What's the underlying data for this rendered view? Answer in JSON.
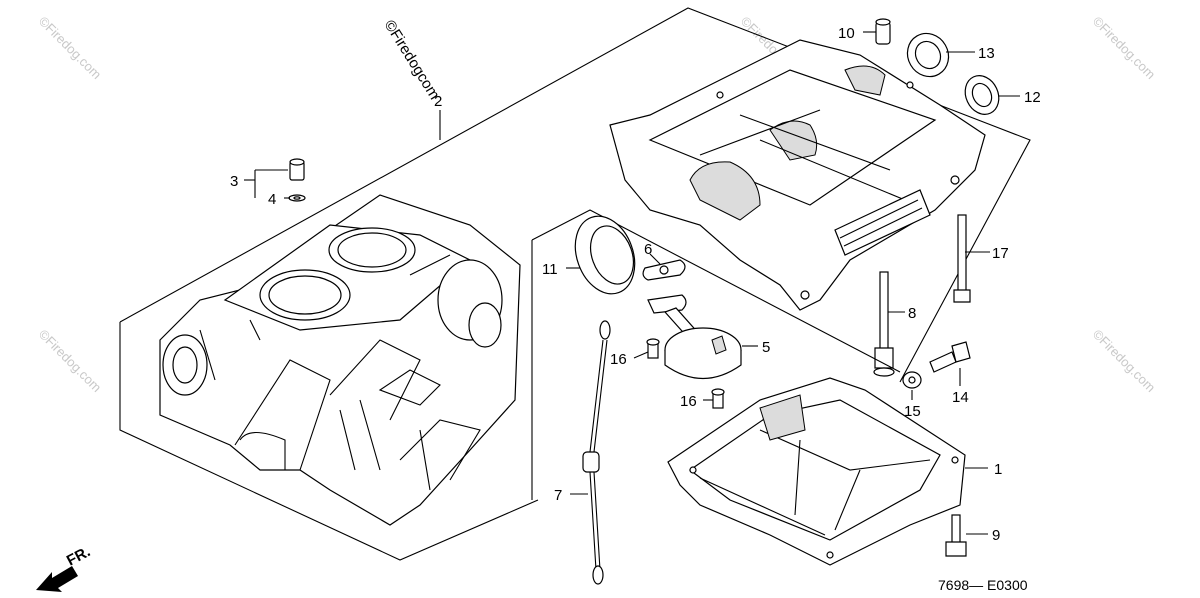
{
  "diagram": {
    "copyright": "©Firedogcom",
    "watermark": "©Firedog.com",
    "front_label": "FR.",
    "diagram_code": "7698— E0300",
    "callouts": {
      "c1": "1",
      "c2": "2",
      "c3": "3",
      "c4": "4",
      "c5": "5",
      "c6": "6",
      "c7": "7",
      "c8": "8",
      "c9": "9",
      "c10": "10",
      "c11": "11",
      "c12": "12",
      "c13": "13",
      "c14": "14",
      "c15": "15",
      "c16a": "16",
      "c16b": "16",
      "c17": "17"
    }
  }
}
